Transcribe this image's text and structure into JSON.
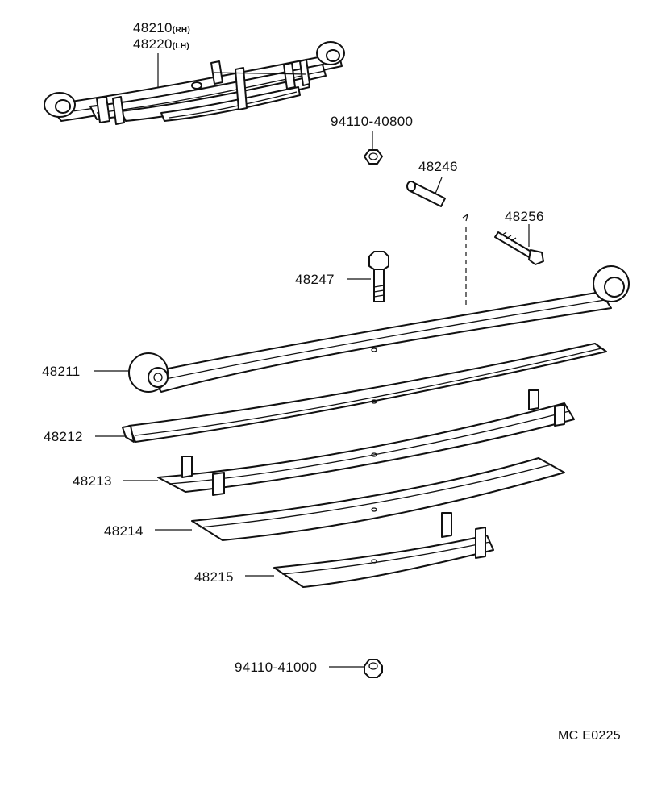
{
  "parts": {
    "assy_rh": {
      "number": "48210",
      "suffix": "(RH)"
    },
    "assy_lh": {
      "number": "48220",
      "suffix": "(LH)"
    },
    "nut_top": "94110-40800",
    "pin": "48246",
    "bolt_side": "48256",
    "bolt_center": "48247",
    "leaf_1": "48211",
    "leaf_2": "48212",
    "leaf_3": "48213",
    "leaf_4": "48214",
    "leaf_5": "48215",
    "nut_bottom": "94110-41000"
  },
  "diagram_code": "MC E0225"
}
